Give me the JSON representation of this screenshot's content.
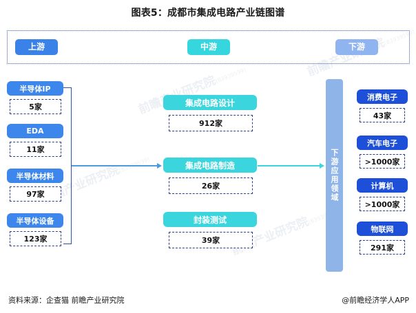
{
  "title": "图表5：成都市集成电路产业链图谱",
  "stages": [
    {
      "key": "upstream",
      "label": "上游",
      "color": "#3b82e8"
    },
    {
      "key": "midstream",
      "label": "中游",
      "color": "#35d6dd"
    },
    {
      "key": "downstream",
      "label": "下游",
      "color": "#8fb4f0"
    }
  ],
  "upstream": {
    "nodes": [
      {
        "label": "半导体IP",
        "count": "5家"
      },
      {
        "label": "EDA",
        "count": "11家"
      },
      {
        "label": "半导体材料",
        "count": "97家"
      },
      {
        "label": "半导体设备",
        "count": "123家"
      }
    ]
  },
  "midstream": {
    "nodes": [
      {
        "label": "集成电路设计",
        "count": "912家"
      },
      {
        "label": "集成电路制造",
        "count": "26家"
      },
      {
        "label": "封装测试",
        "count": "39家"
      }
    ]
  },
  "downstream": {
    "bar_label": "下游应用领域",
    "nodes": [
      {
        "label": "消费电子",
        "count": "43家"
      },
      {
        "label": "汽车电子",
        "count": ">1000家"
      },
      {
        "label": "计算机",
        "count": ">1000家"
      },
      {
        "label": "物联网",
        "count": "291家"
      }
    ]
  },
  "footer": {
    "source": "资料来源：企查猫 前瞻产业研究院",
    "brand": "@前瞻经济学人APP"
  },
  "watermarks": [
    "前瞻产业研究院",
    "前瞻产业研究院",
    "前瞻产业研究院",
    "前瞻产业研究院"
  ],
  "chart_data": {
    "type": "diagram",
    "title": "图表5：成都市集成电路产业链图谱",
    "structure": "industry-chain",
    "segments": [
      {
        "stage": "上游",
        "items": [
          {
            "name": "半导体IP",
            "company_count": 5
          },
          {
            "name": "EDA",
            "company_count": 11
          },
          {
            "name": "半导体材料",
            "company_count": 97
          },
          {
            "name": "半导体设备",
            "company_count": 123
          }
        ]
      },
      {
        "stage": "中游",
        "items": [
          {
            "name": "集成电路设计",
            "company_count": 912
          },
          {
            "name": "集成电路制造",
            "company_count": 26
          },
          {
            "name": "封装测试",
            "company_count": 39
          }
        ]
      },
      {
        "stage": "下游",
        "group": "下游应用领域",
        "items": [
          {
            "name": "消费电子",
            "company_count": "43"
          },
          {
            "name": "汽车电子",
            "company_count": ">1000"
          },
          {
            "name": "计算机",
            "company_count": ">1000"
          },
          {
            "name": "物联网",
            "company_count": "291"
          }
        ]
      }
    ],
    "flows": [
      {
        "from": "上游",
        "to": "集成电路制造"
      },
      {
        "from": "集成电路制造",
        "to": "下游应用领域"
      }
    ]
  }
}
